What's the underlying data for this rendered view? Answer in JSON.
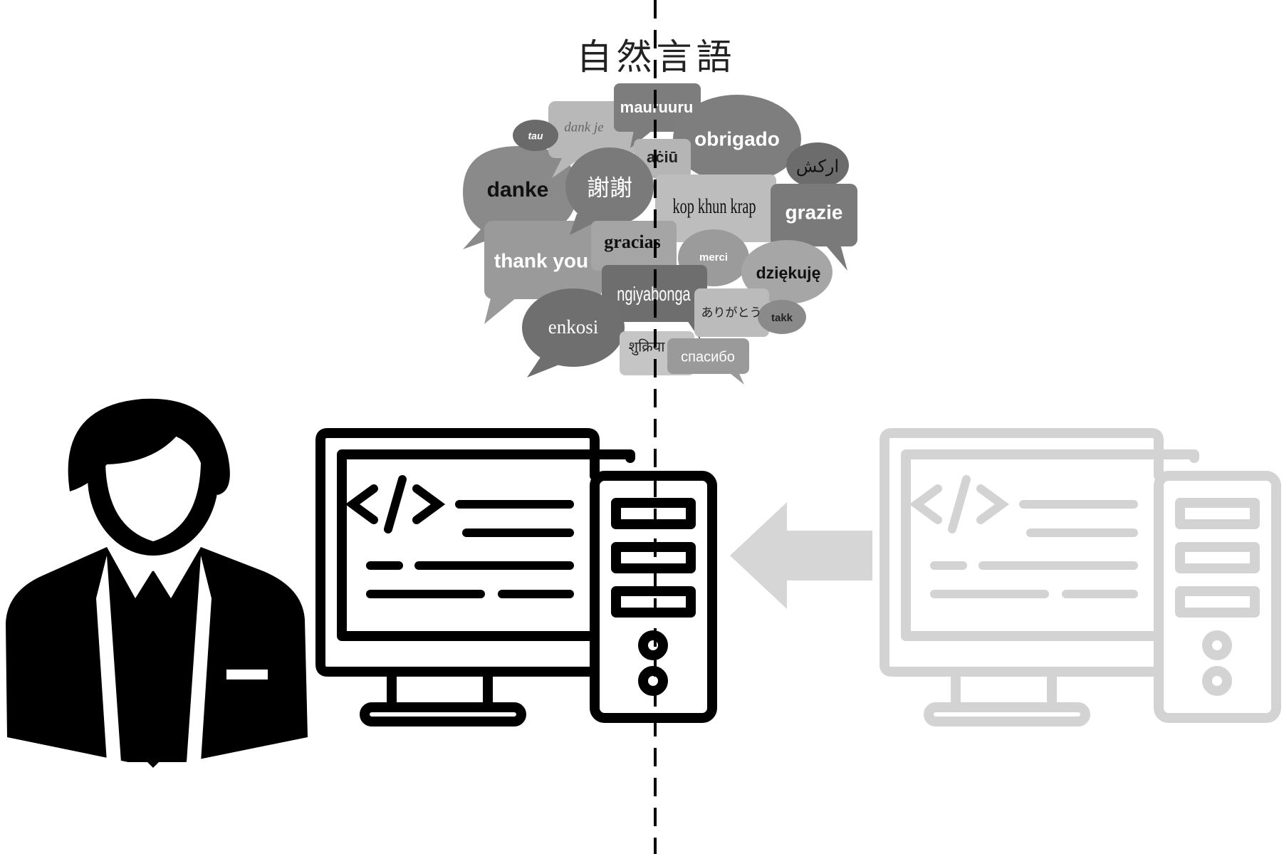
{
  "title": "自然言語",
  "cloud_words": [
    {
      "text": "mauruuru",
      "color": "#ffffff",
      "weight": "bold"
    },
    {
      "text": "dank je",
      "color": "#666666",
      "weight": "normal"
    },
    {
      "text": "tau",
      "color": "#ffffff",
      "weight": "bold"
    },
    {
      "text": "obrigado",
      "color": "#ffffff",
      "weight": "bold"
    },
    {
      "text": "aċiū",
      "color": "#222222",
      "weight": "bold"
    },
    {
      "text": "ارکش",
      "color": "#111111",
      "weight": "normal"
    },
    {
      "text": "danke",
      "color": "#111111",
      "weight": "bold"
    },
    {
      "text": "謝謝",
      "color": "#ffffff",
      "weight": "normal"
    },
    {
      "text": "kop khun krap",
      "color": "#111111",
      "weight": "normal"
    },
    {
      "text": "grazie",
      "color": "#ffffff",
      "weight": "bold"
    },
    {
      "text": "gracias",
      "color": "#111111",
      "weight": "bold"
    },
    {
      "text": "thank you",
      "color": "#ffffff",
      "weight": "bold"
    },
    {
      "text": "merci",
      "color": "#ffffff",
      "weight": "bold"
    },
    {
      "text": "dziękuję",
      "color": "#111111",
      "weight": "bold"
    },
    {
      "text": "ngiyabonga",
      "color": "#ffffff",
      "weight": "normal"
    },
    {
      "text": "ありがとう",
      "color": "#222222",
      "weight": "normal"
    },
    {
      "text": "takk",
      "color": "#222222",
      "weight": "bold"
    },
    {
      "text": "enkosi",
      "color": "#ffffff",
      "weight": "normal"
    },
    {
      "text": "शुक्रिया",
      "color": "#222222",
      "weight": "normal"
    },
    {
      "text": "спасибо",
      "color": "#ffffff",
      "weight": "normal"
    }
  ],
  "icons": {
    "person": "businessman-icon",
    "computer": "computer-code-icon",
    "computer_faded": "computer-code-faded-icon",
    "arrow": "arrow-left-icon",
    "divider": "dashed-divider-line"
  },
  "colors": {
    "ink": "#000000",
    "faded": "#d3d3d3",
    "arrow": "#d6d6d6",
    "bubble_dark": "#707070",
    "bubble_mid": "#8e8e8e",
    "bubble_light": "#a8a8a8"
  }
}
